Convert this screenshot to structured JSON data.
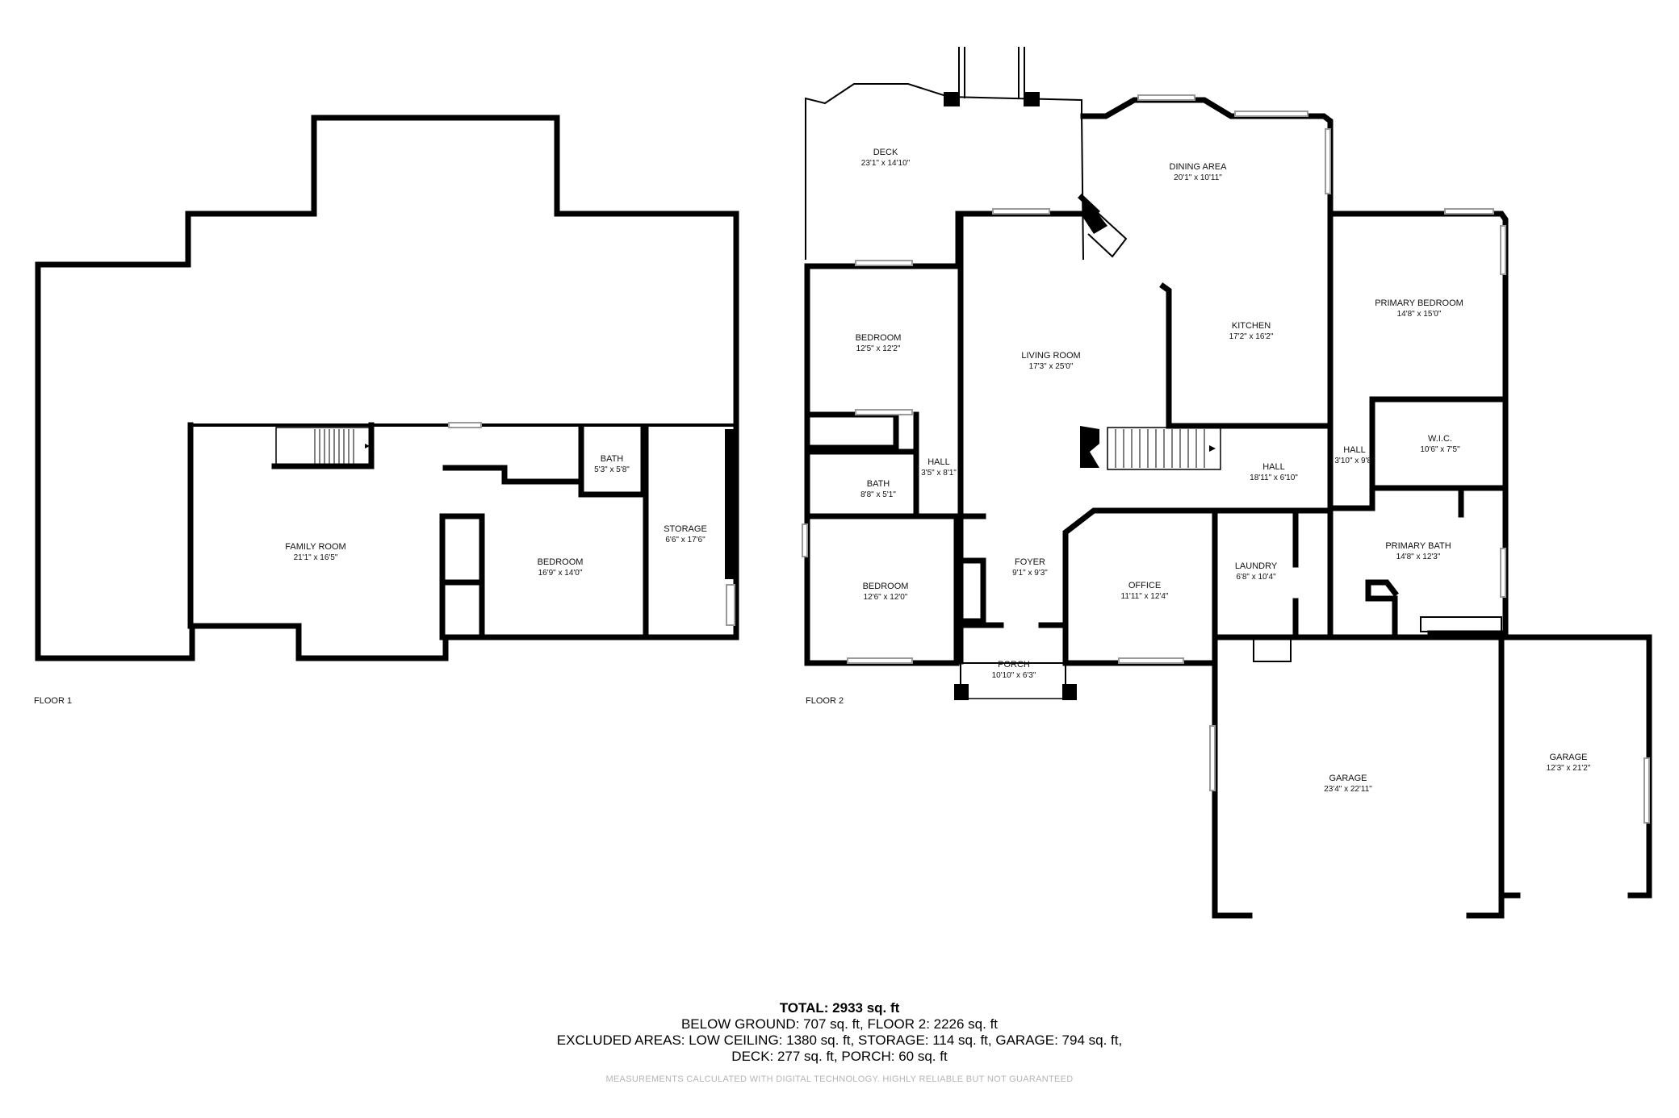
{
  "floors": [
    {
      "label": "FLOOR 1",
      "rooms": [
        {
          "name": "FAMILY ROOM",
          "dims": "21'1\" x 16'5\""
        },
        {
          "name": "BATH",
          "dims": "5'3\" x 5'8\""
        },
        {
          "name": "BEDROOM",
          "dims": "16'9\" x 14'0\""
        },
        {
          "name": "STORAGE",
          "dims": "6'6\" x 17'6\""
        }
      ]
    },
    {
      "label": "FLOOR 2",
      "rooms": [
        {
          "name": "DECK",
          "dims": "23'1\" x 14'10\""
        },
        {
          "name": "DINING AREA",
          "dims": "20'1\" x 10'11\""
        },
        {
          "name": "BEDROOM",
          "dims": "12'5\" x 12'2\""
        },
        {
          "name": "LIVING ROOM",
          "dims": "17'3\" x 25'0\""
        },
        {
          "name": "KITCHEN",
          "dims": "17'2\" x 16'2\""
        },
        {
          "name": "PRIMARY BEDROOM",
          "dims": "14'8\" x 15'0\""
        },
        {
          "name": "HALL",
          "dims": "3'5\" x 8'1\""
        },
        {
          "name": "BATH",
          "dims": "8'8\" x 5'1\""
        },
        {
          "name": "HALL",
          "dims": "18'11\" x 6'10\""
        },
        {
          "name": "HALL",
          "dims": "3'10\" x 9'8\""
        },
        {
          "name": "W.I.C.",
          "dims": "10'6\" x 7'5\""
        },
        {
          "name": "BEDROOM",
          "dims": "12'6\" x 12'0\""
        },
        {
          "name": "FOYER",
          "dims": "9'1\" x 9'3\""
        },
        {
          "name": "OFFICE",
          "dims": "11'11\" x 12'4\""
        },
        {
          "name": "LAUNDRY",
          "dims": "6'8\" x 10'4\""
        },
        {
          "name": "PRIMARY BATH",
          "dims": "14'8\" x 12'3\""
        },
        {
          "name": "PORCH",
          "dims": "10'10\" x 6'3\""
        },
        {
          "name": "GARAGE",
          "dims": "23'4\" x 22'11\""
        },
        {
          "name": "GARAGE",
          "dims": "12'3\" x 21'2\""
        }
      ]
    }
  ],
  "summary": {
    "total": "TOTAL: 2933 sq. ft",
    "line1": "BELOW GROUND: 707 sq. ft, FLOOR 2: 2226 sq. ft",
    "line2": "EXCLUDED AREAS: LOW CEILING: 1380 sq. ft, STORAGE: 114 sq. ft, GARAGE: 794 sq. ft,",
    "line3": "DECK: 277 sq. ft, PORCH: 60 sq. ft",
    "disclaimer": "MEASUREMENTS CALCULATED WITH DIGITAL TECHNOLOGY. HIGHLY RELIABLE BUT NOT GUARANTEED"
  }
}
